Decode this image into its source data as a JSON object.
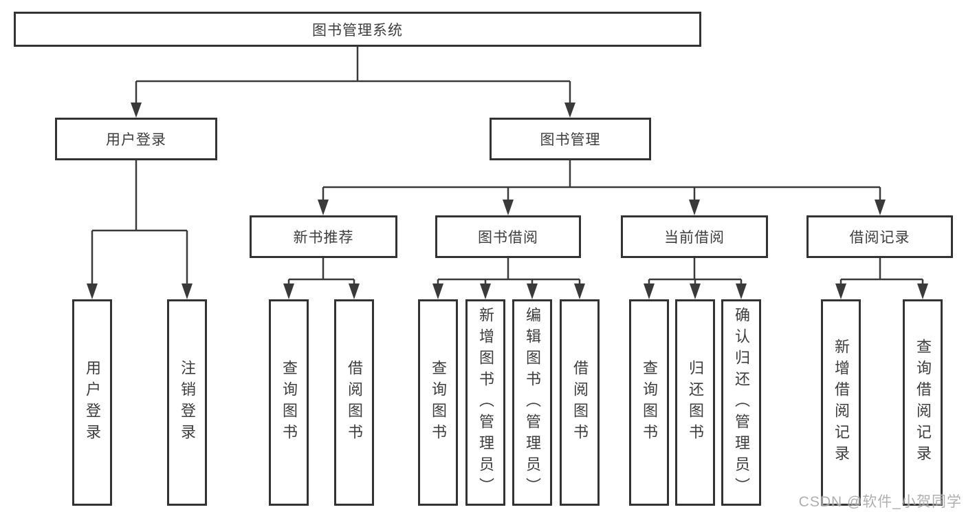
{
  "tree": {
    "root": "图书管理系统",
    "children": [
      {
        "label": "用户登录",
        "children": [
          "用户登录",
          "注销登录"
        ]
      },
      {
        "label": "图书管理",
        "children": [
          {
            "label": "新书推荐",
            "children": [
              "查询图书",
              "借阅图书"
            ]
          },
          {
            "label": "图书借阅",
            "children": [
              "查询图书",
              "新增图书（管理员）",
              "编辑图书（管理员）",
              "借阅图书"
            ]
          },
          {
            "label": "当前借阅",
            "children": [
              "查询图书",
              "归还图书",
              "确认归还（管理员）"
            ]
          },
          {
            "label": "借阅记录",
            "children": [
              "新增借阅记录",
              "查询借阅记录"
            ]
          }
        ]
      }
    ]
  },
  "watermark": {
    "text": "CSDN @软件_小贺同学"
  },
  "colors": {
    "line": "#3a3a3a",
    "text": "#3d3d3d",
    "background": "#ffffff",
    "watermark": "#9b9b9b"
  }
}
